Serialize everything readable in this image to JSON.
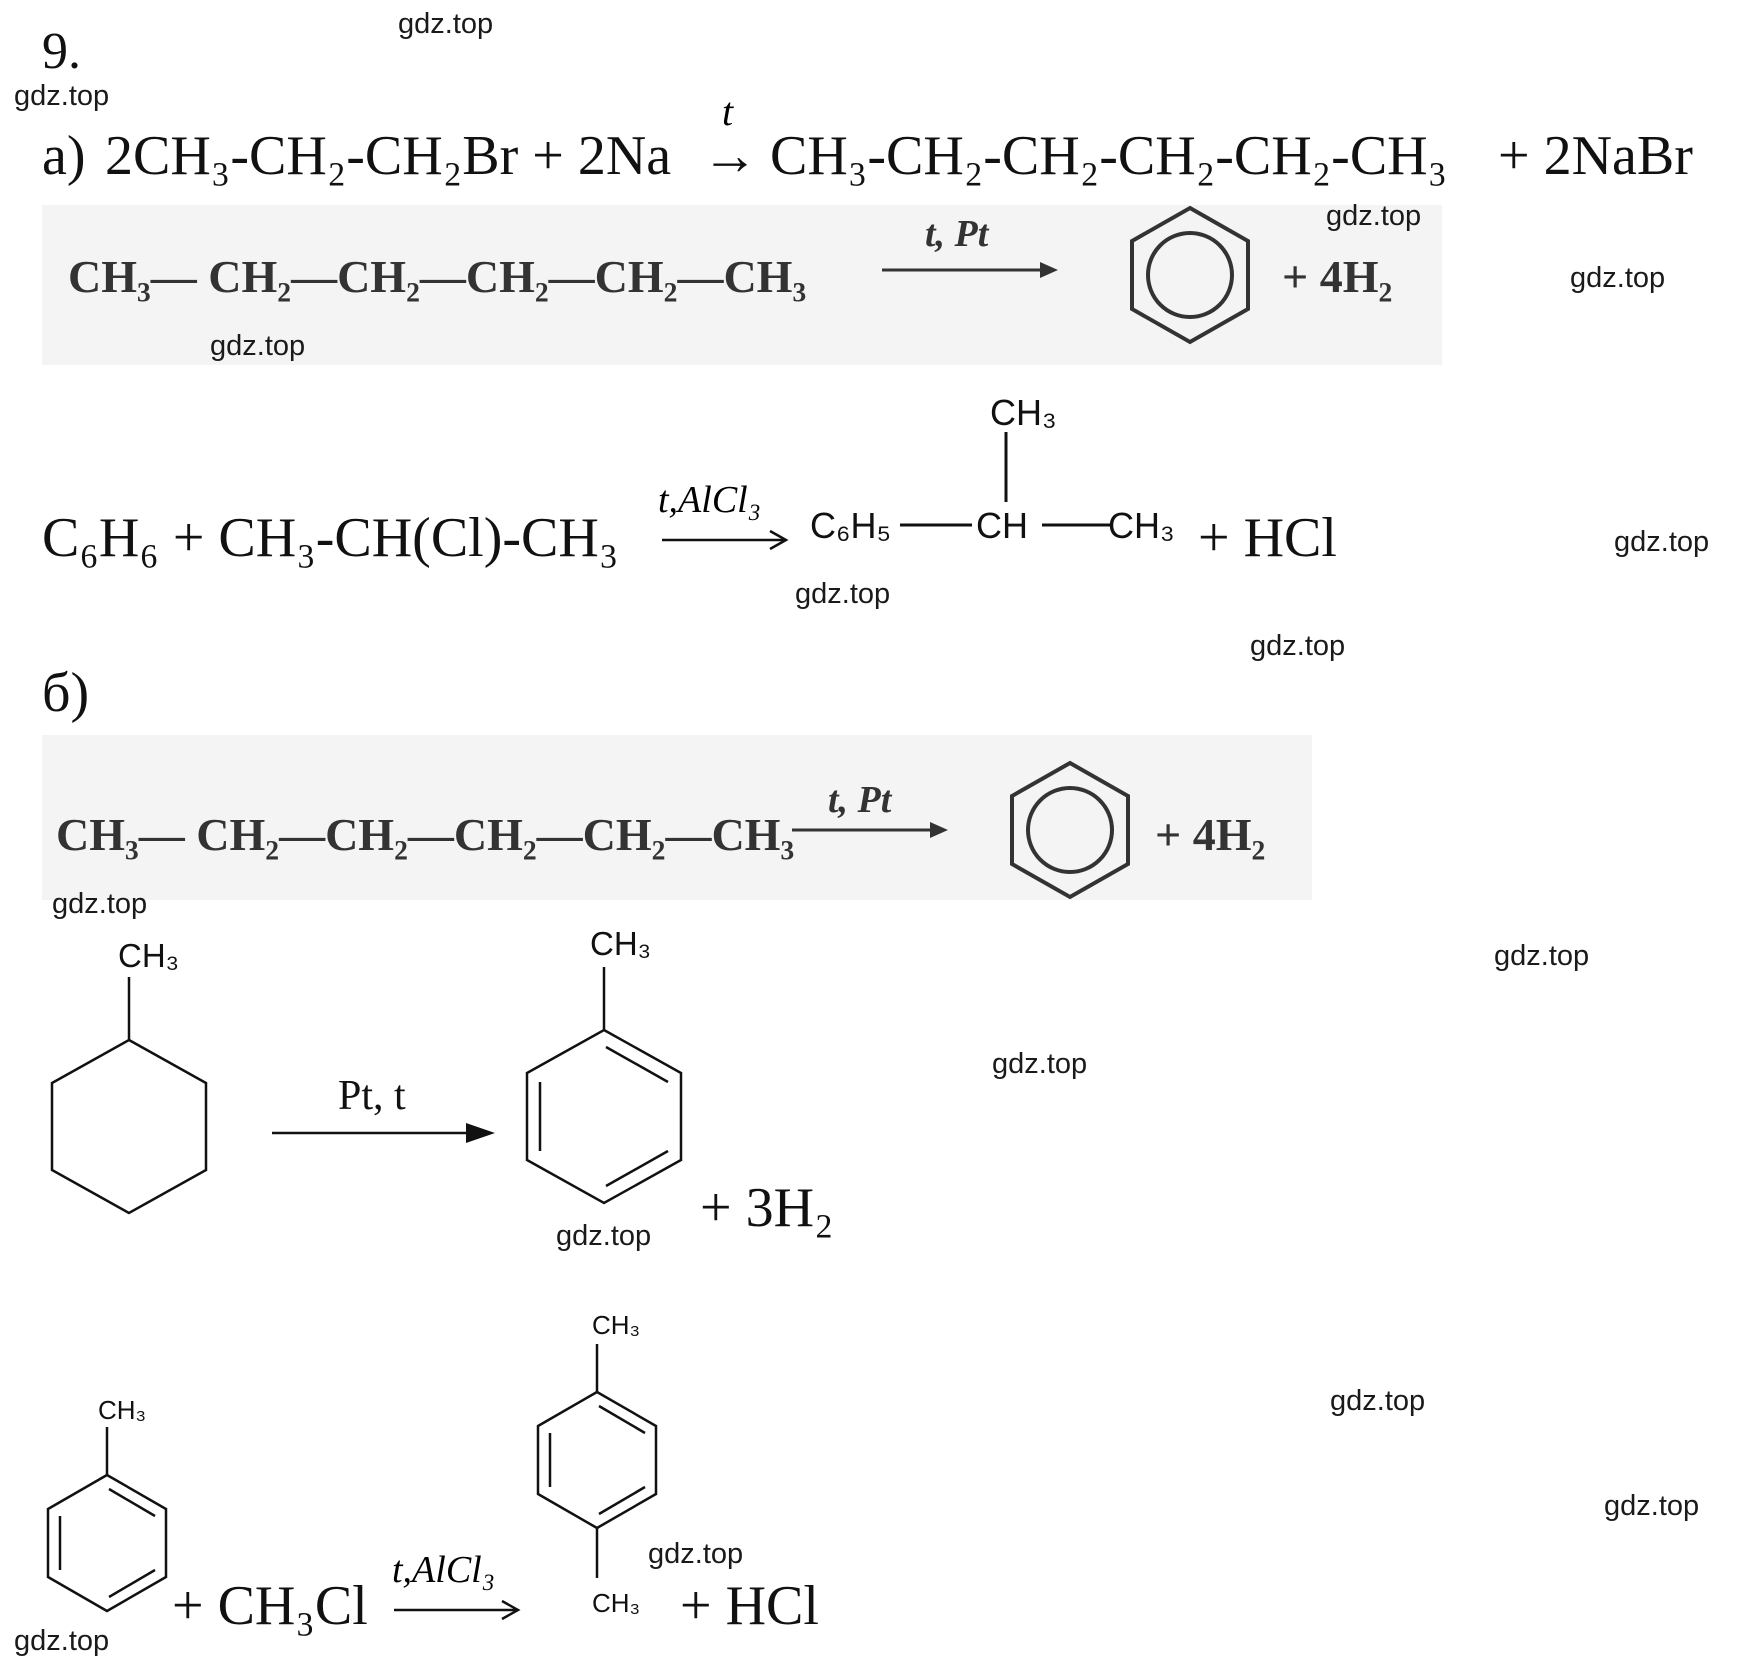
{
  "problem_number": "9.",
  "watermark": "gdz.top",
  "part_a": {
    "label": "а)",
    "eq1": {
      "lhs": "2CH₃-CH₂-CH₂Br + 2Na",
      "condition": "t",
      "arrow": "→",
      "rhs": "CH₃-CH₂-CH₂-CH₂-CH₂-CH₃",
      "byproduct": "+ 2NaBr"
    },
    "eq2": {
      "lhs": "CH₃— CH₂—CH₂—CH₂—CH₂—CH₃",
      "condition": "t, Pt",
      "byproduct": "+ 4H₂"
    },
    "eq3": {
      "lhs": "C₆H₆ + CH₃-CH(Cl)-CH₃",
      "condition": "t,AlCl₃",
      "product_left": "C₆H₅",
      "product_center": "CH",
      "product_right": "CH₃",
      "product_top": "CH₃",
      "byproduct": "+ HCl"
    }
  },
  "part_b": {
    "label": "б)",
    "eq1": {
      "lhs": "CH₃— CH₂—CH₂—CH₂—CH₂—CH₃",
      "condition": "t, Pt",
      "byproduct": "+ 4H₂"
    },
    "eq2": {
      "substituent_reactant": "CH₃",
      "condition": "Pt, t",
      "substituent_product": "CH₃",
      "byproduct": "+ 3H₂"
    },
    "eq3": {
      "substituent_reactant": "CH₃",
      "reagent": "+ CH₃Cl",
      "condition": "t,AlCl₃",
      "substituent_top": "CH₃",
      "substituent_bottom": "CH₃",
      "byproduct": "+ HCl"
    }
  }
}
